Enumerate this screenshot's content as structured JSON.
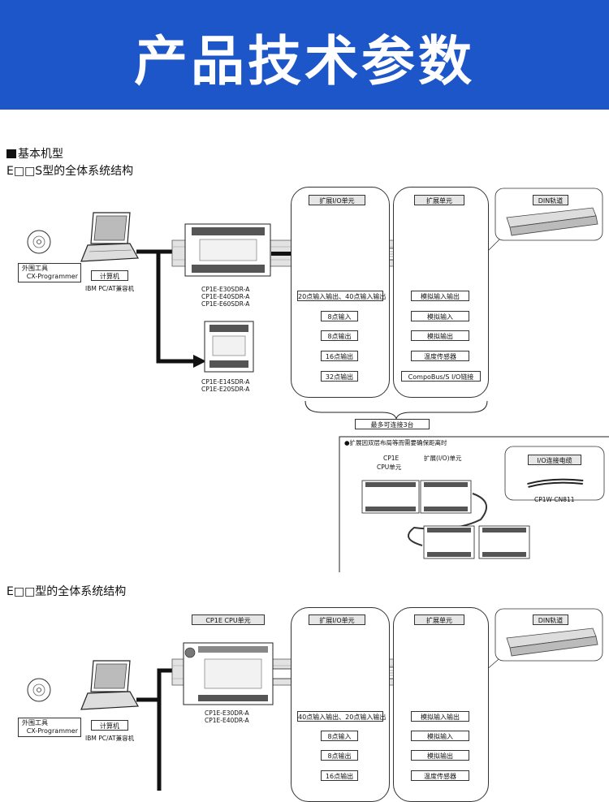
{
  "banner": {
    "title": "产品技术参数",
    "color": "#1c56c8"
  },
  "section1": {
    "heading": "基本机型",
    "subheading": "E□□S型的全体系统结构",
    "peripheral_label": "外围工具",
    "peripheral_software": "CX-Programmer",
    "computer_label": "计算机",
    "computer_note": "IBM PC/AT兼容机",
    "cpu_models_a": [
      "CP1E-E30SDR-A",
      "CP1E-E40SDR-A",
      "CP1E-E60SDR-A"
    ],
    "cpu_models_b": [
      "CP1E-E14SDR-A",
      "CP1E-E20SDR-A"
    ],
    "expansion_io_title": "扩展I/O单元",
    "expansion_io_items": [
      "20点输入输出、40点输入输出",
      "8点输入",
      "8点输出",
      "16点输出",
      "32点输出"
    ],
    "expansion_unit_title": "扩展单元",
    "expansion_unit_items": [
      "模拟输入输出",
      "模拟输入",
      "模拟输出",
      "温度传感器",
      "CompoBus/S I/O链接"
    ],
    "din_rail_label": "DIN轨道",
    "max_connect": "最多可连接3台",
    "two_tier_note": "扩展因双层布局等而需要确保距离时",
    "cpu_label_line1": "CP1E",
    "cpu_label_line2": "CPU单元",
    "expansion_io_label": "扩展(I/O)单元",
    "cable_label": "I/O连接电缆",
    "cable_model": "CP1W-CN811"
  },
  "section2": {
    "subheading": "E□□型的全体系统结构",
    "cpu_unit_title": "CP1E CPU单元",
    "peripheral_label": "外围工具",
    "peripheral_software": "CX-Programmer",
    "computer_label": "计算机",
    "computer_note": "IBM PC/AT兼容机",
    "cpu_models": [
      "CP1E-E30DR-A",
      "CP1E-E40DR-A"
    ],
    "expansion_io_title": "扩展I/O单元",
    "expansion_io_items": [
      "40点输入输出、20点输入输出",
      "8点输入",
      "8点输出",
      "16点输出"
    ],
    "expansion_unit_title": "扩展单元",
    "expansion_unit_items": [
      "模拟输入输出",
      "模拟输入",
      "模拟输出",
      "温度传感器"
    ],
    "din_rail_label": "DIN轨道"
  }
}
